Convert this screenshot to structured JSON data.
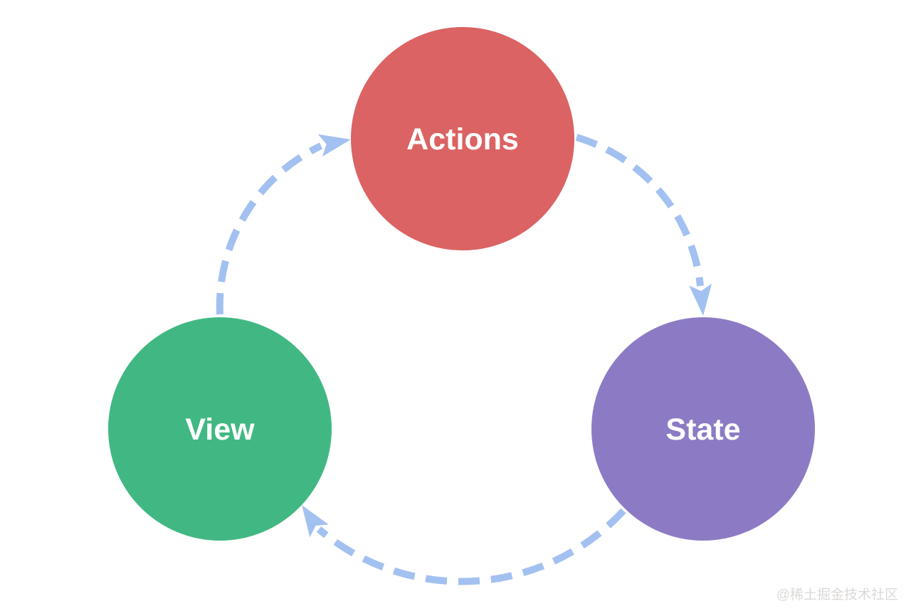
{
  "diagram": {
    "type": "cycle-flow",
    "background_color": "#FFFFFF",
    "arrow_color": "#A3C1F0",
    "arrow_style": "dashed",
    "nodes": [
      {
        "id": "actions",
        "label": "Actions",
        "color": "#DB6363",
        "text_color": "#FFFFFF",
        "position": "top"
      },
      {
        "id": "state",
        "label": "State",
        "color": "#8C7BC4",
        "text_color": "#FFFFFF",
        "position": "bottom-right"
      },
      {
        "id": "view",
        "label": "View",
        "color": "#41B883",
        "text_color": "#FFFFFF",
        "position": "bottom-left"
      }
    ],
    "edges": [
      {
        "from": "Actions",
        "to": "State"
      },
      {
        "from": "State",
        "to": "View"
      },
      {
        "from": "View",
        "to": "Actions"
      }
    ]
  },
  "watermark": {
    "text": "@稀土掘金技术社区",
    "color": "#DBD9D7"
  }
}
